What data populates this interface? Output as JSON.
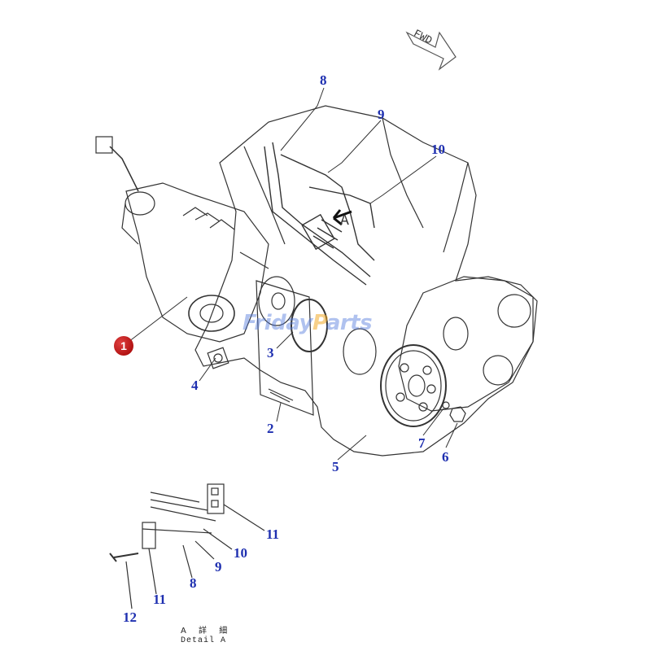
{
  "diagram": {
    "direction_label": "FWD",
    "view_label": "A",
    "watermark": {
      "part1": "Friday",
      "accent": "P",
      "part2": "arts"
    },
    "detail_caption_jp": "A 詳 細",
    "detail_caption_en": "Detail A",
    "main_marker": "1",
    "callouts": {
      "c2": "2",
      "c3": "3",
      "c4": "4",
      "c5": "5",
      "c6": "6",
      "c7": "7",
      "c8": "8",
      "c9": "9",
      "c10": "10",
      "d8": "8",
      "d9": "9",
      "d10": "10",
      "d11a": "11",
      "d11b": "11",
      "d12": "12"
    },
    "colors": {
      "callout": "#1e2fb0",
      "marker": "#c00000",
      "line": "#333333"
    }
  }
}
